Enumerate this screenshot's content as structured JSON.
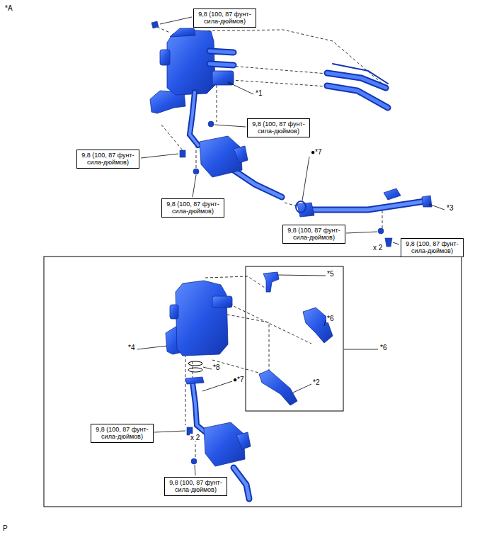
{
  "diagram": {
    "nodes": [
      {
        "text": [
          "9,8 (100, 87 фунт-сила-дюймов)"
        ]
      },
      {
        "text": [
          "9,8 (100, 87 фунт-сила-дюймов)"
        ]
      },
      {
        "text": [
          "9,8 (100, 87 фунт-сила-дюймов)"
        ]
      },
      {
        "text": [
          "9,8 (100, 87 фунт-сила-дюймов)"
        ]
      },
      {
        "text": [
          "9,8 (100, 87 фунт-сила-дюймов)"
        ]
      },
      {
        "text": [
          "9,8 (100, 87 фунт-сила-дюймов)"
        ]
      },
      {
        "text": [
          "9,8 (100, 87 фунт-сила-дюймов)"
        ]
      },
      {
        "text": [
          "9,8 (100, 87 фунт-сила-дюймов)"
        ]
      }
    ],
    "labels": [
      "*A",
      "*1",
      "●*7",
      "*3",
      "x 2",
      "*5",
      "*6",
      "*6",
      "*4",
      "*8",
      "●*7",
      "*2",
      "x 2",
      "P"
    ]
  }
}
